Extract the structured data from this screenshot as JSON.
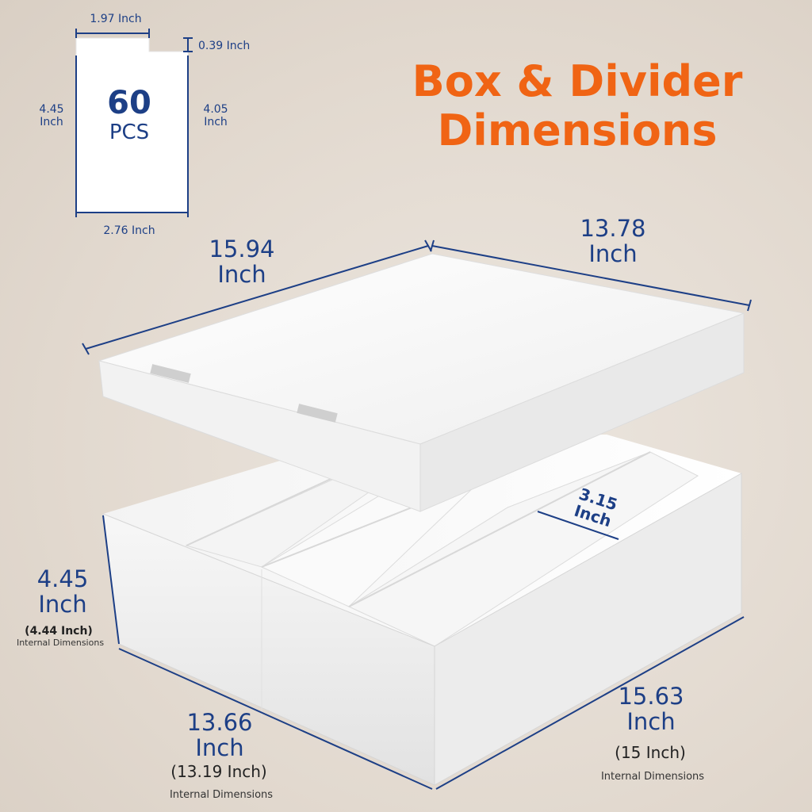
{
  "title": {
    "line1": "Box & Divider",
    "line2": "Dimensions"
  },
  "divider_card": {
    "quantity": "60",
    "unit": "PCS",
    "top_width": "1.97 Inch",
    "notch_height": "0.39 Inch",
    "left_height_value": "4.45",
    "left_height_unit": "Inch",
    "right_height_value": "4.05",
    "right_height_unit": "Inch",
    "bottom_width": "2.76 Inch"
  },
  "lid": {
    "length_value": "15.94",
    "length_unit": "Inch",
    "width_value": "13.78",
    "width_unit": "Inch"
  },
  "box": {
    "height_value": "4.45",
    "height_unit": "Inch",
    "height_internal": "(4.44 Inch)",
    "height_internal_label": "Internal Dimensions",
    "front_value": "13.66",
    "front_unit": "Inch",
    "front_internal": "(13.19 Inch)",
    "front_internal_label": "Internal Dimensions",
    "side_value": "15.63",
    "side_unit": "Inch",
    "side_internal": "(15 Inch)",
    "side_internal_label": "Internal Dimensions",
    "compartment_value": "3.15",
    "compartment_unit": "Inch"
  },
  "colors": {
    "accent": "#f06414",
    "dimension": "#1d3f86",
    "background": "#e4dcd3"
  }
}
